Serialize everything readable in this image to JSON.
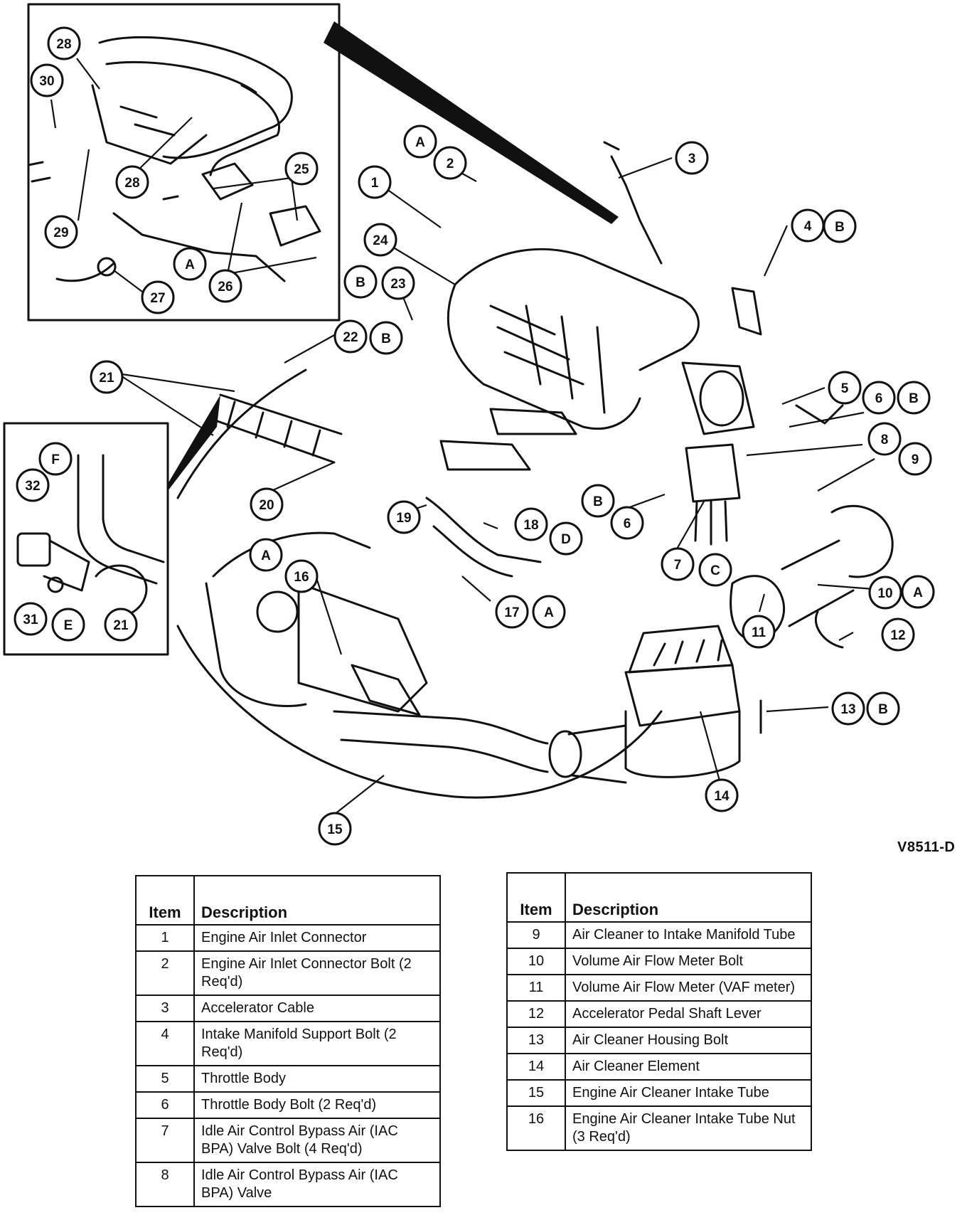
{
  "figure_id": "V8511-D",
  "callouts": [
    {
      "id": "c1",
      "label": "1"
    },
    {
      "id": "c2",
      "label": "2"
    },
    {
      "id": "c3",
      "label": "3"
    },
    {
      "id": "c4",
      "label": "4"
    },
    {
      "id": "c5",
      "label": "5"
    },
    {
      "id": "c6a",
      "label": "6"
    },
    {
      "id": "c6b",
      "label": "6"
    },
    {
      "id": "c7",
      "label": "7"
    },
    {
      "id": "c8",
      "label": "8"
    },
    {
      "id": "c9",
      "label": "9"
    },
    {
      "id": "c10",
      "label": "10"
    },
    {
      "id": "c11",
      "label": "11"
    },
    {
      "id": "c12",
      "label": "12"
    },
    {
      "id": "c13",
      "label": "13"
    },
    {
      "id": "c14",
      "label": "14"
    },
    {
      "id": "c15",
      "label": "15"
    },
    {
      "id": "c16",
      "label": "16"
    },
    {
      "id": "c17",
      "label": "17"
    },
    {
      "id": "c18",
      "label": "18"
    },
    {
      "id": "c19",
      "label": "19"
    },
    {
      "id": "c20",
      "label": "20"
    },
    {
      "id": "c21a",
      "label": "21"
    },
    {
      "id": "c21b",
      "label": "21"
    },
    {
      "id": "c22",
      "label": "22"
    },
    {
      "id": "c23",
      "label": "23"
    },
    {
      "id": "c24",
      "label": "24"
    },
    {
      "id": "c25",
      "label": "25"
    },
    {
      "id": "c26",
      "label": "26"
    },
    {
      "id": "c27",
      "label": "27"
    },
    {
      "id": "c28a",
      "label": "28"
    },
    {
      "id": "c28b",
      "label": "28"
    },
    {
      "id": "c29",
      "label": "29"
    },
    {
      "id": "c30",
      "label": "30"
    },
    {
      "id": "c31",
      "label": "31"
    },
    {
      "id": "c32",
      "label": "32"
    },
    {
      "id": "lA1",
      "label": "A"
    },
    {
      "id": "lA2",
      "label": "A"
    },
    {
      "id": "lA3",
      "label": "A"
    },
    {
      "id": "lA4",
      "label": "A"
    },
    {
      "id": "lA5",
      "label": "A"
    },
    {
      "id": "lB1",
      "label": "B"
    },
    {
      "id": "lB2",
      "label": "B"
    },
    {
      "id": "lB3",
      "label": "B"
    },
    {
      "id": "lB4",
      "label": "B"
    },
    {
      "id": "lB5",
      "label": "B"
    },
    {
      "id": "lB6",
      "label": "B"
    },
    {
      "id": "lC",
      "label": "C"
    },
    {
      "id": "lD",
      "label": "D"
    },
    {
      "id": "lE",
      "label": "E"
    },
    {
      "id": "lF",
      "label": "F"
    }
  ],
  "table_headers": {
    "item": "Item",
    "description": "Description"
  },
  "parts_left": [
    {
      "item": "1",
      "description": "Engine Air Inlet Connector"
    },
    {
      "item": "2",
      "description": "Engine Air Inlet Connector Bolt (2 Req'd)"
    },
    {
      "item": "3",
      "description": "Accelerator Cable"
    },
    {
      "item": "4",
      "description": "Intake Manifold Support Bolt (2 Req'd)"
    },
    {
      "item": "5",
      "description": "Throttle Body"
    },
    {
      "item": "6",
      "description": "Throttle Body Bolt (2 Req'd)"
    },
    {
      "item": "7",
      "description": "Idle Air Control Bypass Air (IAC BPA) Valve Bolt (4 Req'd)"
    },
    {
      "item": "8",
      "description": "Idle Air Control Bypass Air (IAC BPA) Valve"
    }
  ],
  "parts_right": [
    {
      "item": "9",
      "description": "Air Cleaner to Intake Manifold Tube"
    },
    {
      "item": "10",
      "description": "Volume Air Flow Meter Bolt"
    },
    {
      "item": "11",
      "description": "Volume Air Flow Meter (VAF meter)"
    },
    {
      "item": "12",
      "description": "Accelerator Pedal Shaft Lever"
    },
    {
      "item": "13",
      "description": "Air Cleaner Housing Bolt"
    },
    {
      "item": "14",
      "description": "Air Cleaner Element"
    },
    {
      "item": "15",
      "description": "Engine Air Cleaner Intake Tube"
    },
    {
      "item": "16",
      "description": "Engine Air Cleaner Intake Tube Nut (3 Req'd)"
    }
  ]
}
